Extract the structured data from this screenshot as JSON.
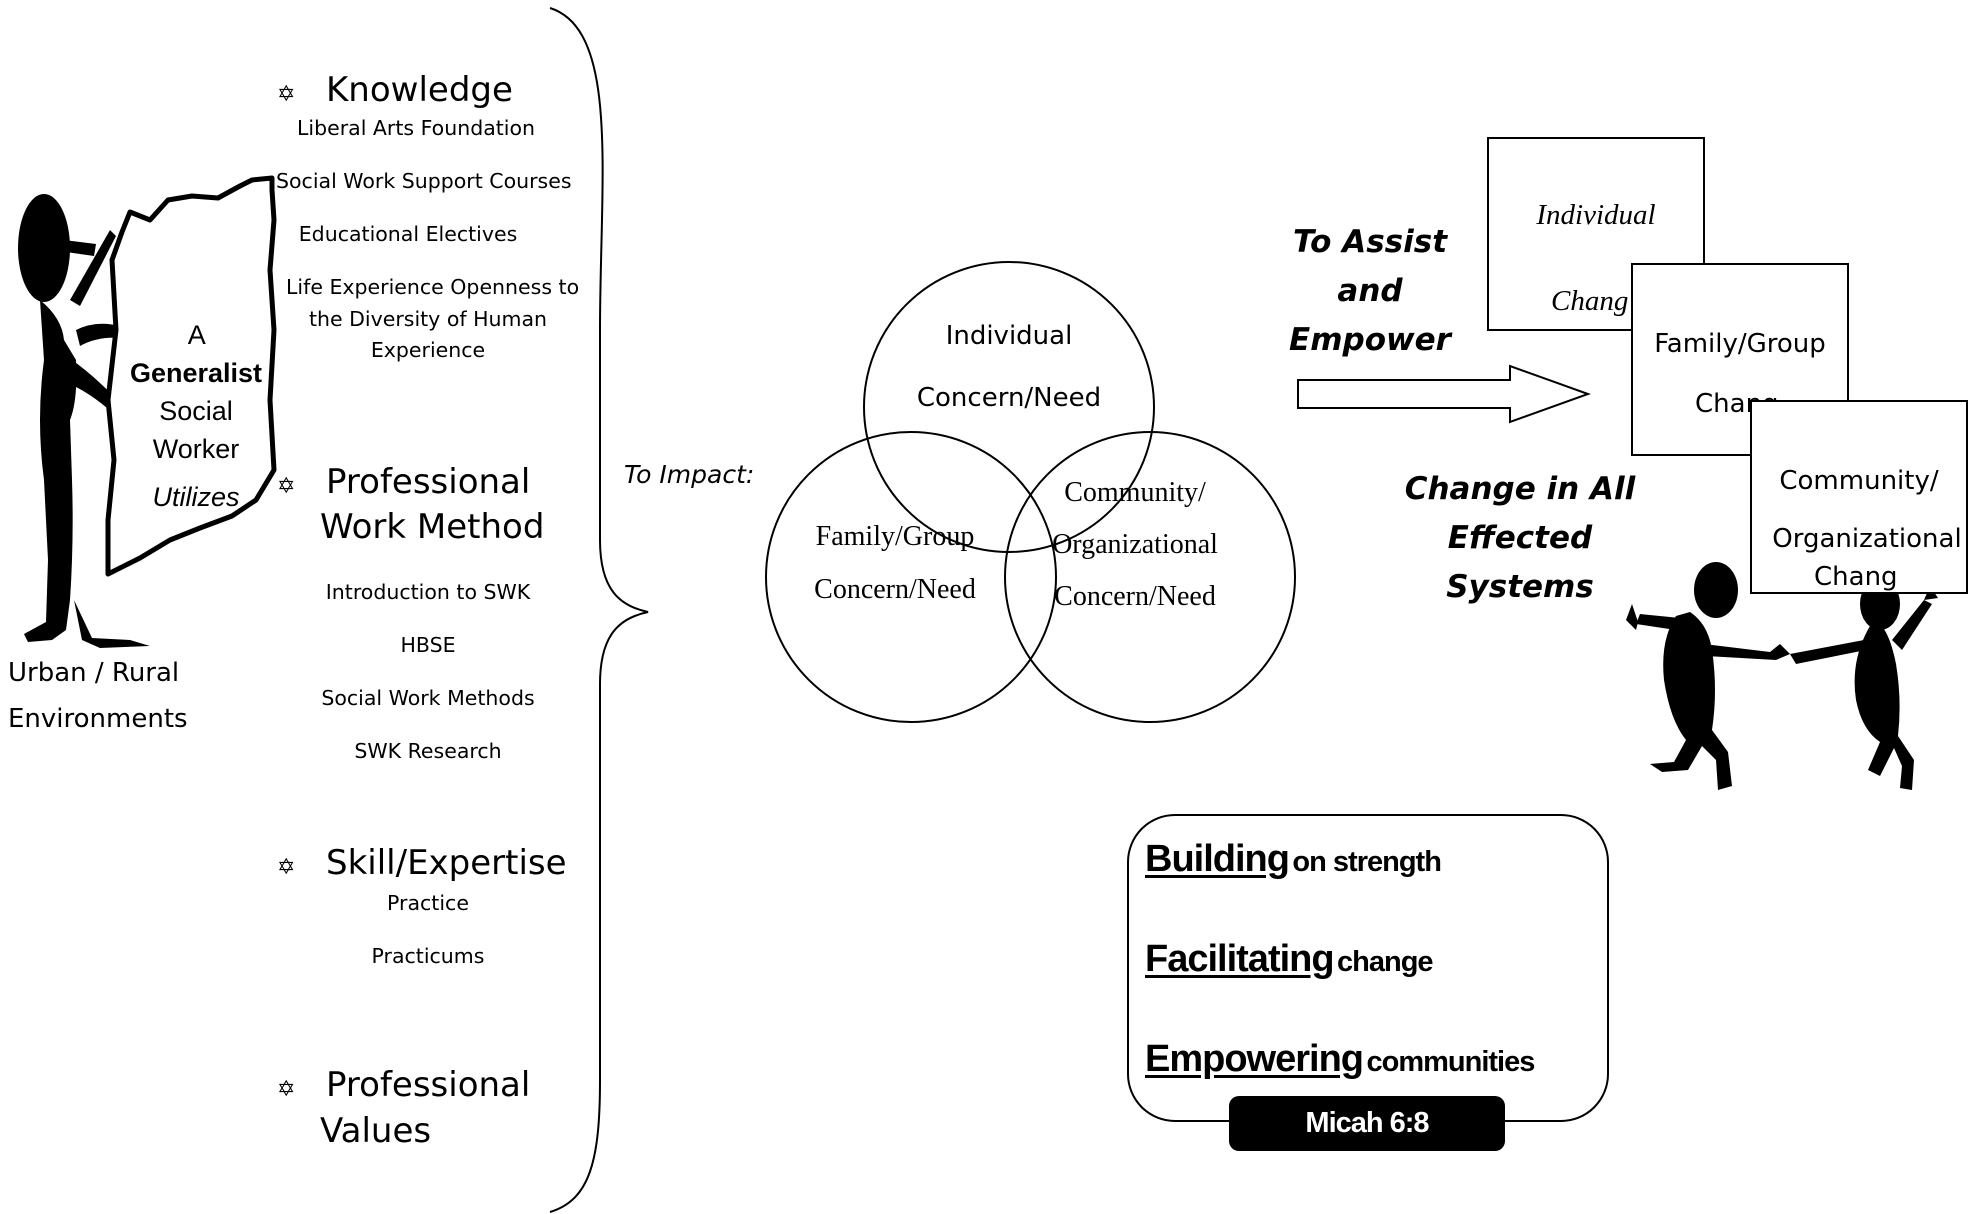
{
  "sign": {
    "article": "A",
    "bold": "Generalist",
    "line2": "Social",
    "line3": "Worker",
    "verb": "Utilizes"
  },
  "environment": [
    "Urban / Rural",
    "Environments"
  ],
  "knowledge": {
    "heading": "Knowledge",
    "items": [
      "Liberal Arts Foundation",
      "Social Work Support Courses",
      "Educational Electives",
      "Life Experience Openness to",
      "the Diversity of Human",
      "Experience"
    ]
  },
  "method": {
    "heading": [
      "Professional",
      "Work Method"
    ],
    "items": [
      "Introduction to SWK",
      "HBSE",
      "Social Work Methods",
      "SWK Research"
    ]
  },
  "skill": {
    "heading": "Skill/Expertise",
    "items": [
      "Practice",
      "Practicums"
    ]
  },
  "values": {
    "heading": [
      "Professional",
      "Values"
    ]
  },
  "impact_label": "To Impact:",
  "venn": {
    "individual": [
      "Individual",
      "Concern/Need"
    ],
    "family": [
      "Family/Group",
      "Concern/Need"
    ],
    "community": [
      "Community/",
      "Organizational",
      "Concern/Need"
    ]
  },
  "assist": [
    "To Assist",
    "and",
    "Empower"
  ],
  "change_all": [
    "Change in All",
    "Effected Systems"
  ],
  "change_boxes": {
    "individual": [
      "Individual",
      "Chang"
    ],
    "family": [
      "Family/Group",
      "Chang"
    ],
    "community": [
      "Community/",
      "Organizational",
      "Chang"
    ]
  },
  "mission": {
    "rows": [
      {
        "big": "Building",
        "small": "on strength"
      },
      {
        "big": "Facilitating",
        "small": "change"
      },
      {
        "big": "Empowering",
        "small": "communities"
      }
    ],
    "verse": "Micah 6:8"
  },
  "icons": [
    "star-of-david-bullet",
    "person-holding-sign",
    "two-dancing-figures",
    "right-arrow",
    "curly-brace"
  ]
}
